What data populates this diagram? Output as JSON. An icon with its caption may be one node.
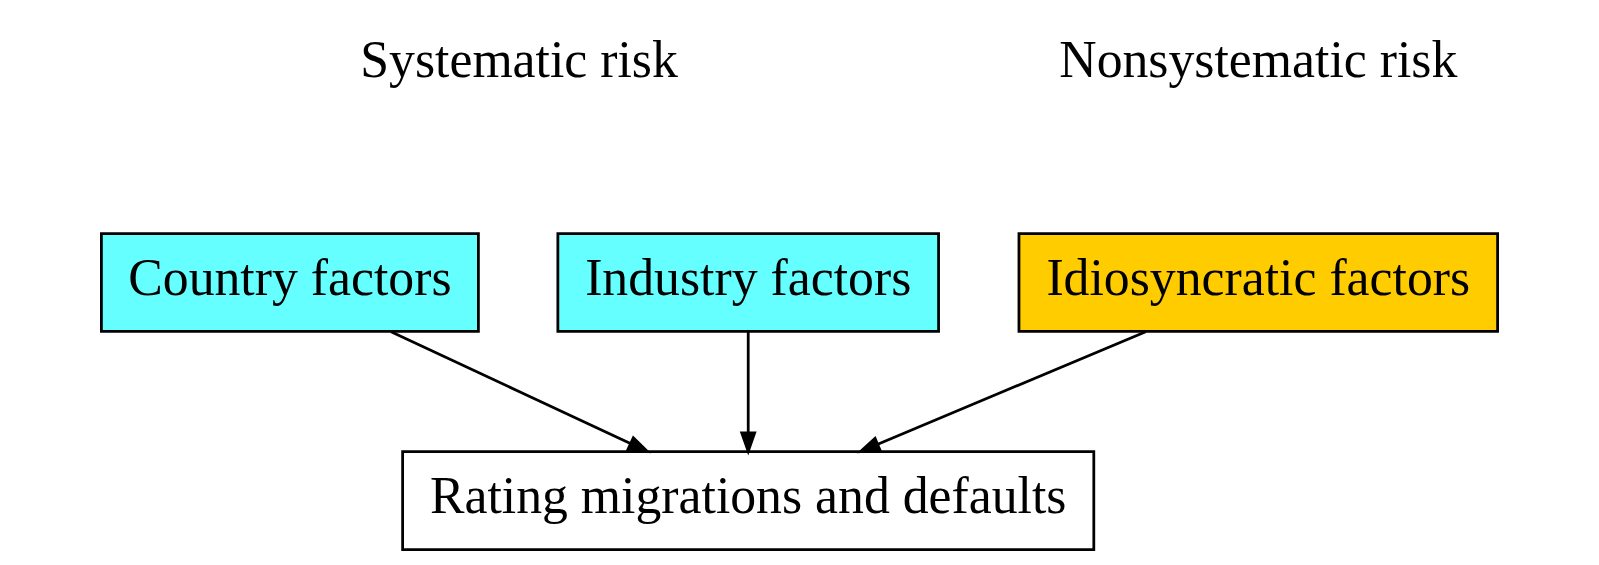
{
  "diagram": {
    "nodes": [
      {
        "text": [
          "Country factors"
        ]
      },
      {
        "text": [
          "Industry factors"
        ]
      },
      {
        "text": [
          "Idiosyncratic factors"
        ]
      },
      {
        "text": [
          "Rating migrations and defaults"
        ]
      }
    ],
    "edges": [
      {
        "from": 0,
        "to": 3,
        "arrow": "to"
      },
      {
        "from": 1,
        "to": 3,
        "arrow": "to"
      },
      {
        "from": 2,
        "to": 3,
        "arrow": "to"
      }
    ],
    "labels": [
      "Systematic risk",
      "Nonsystematic risk"
    ]
  }
}
